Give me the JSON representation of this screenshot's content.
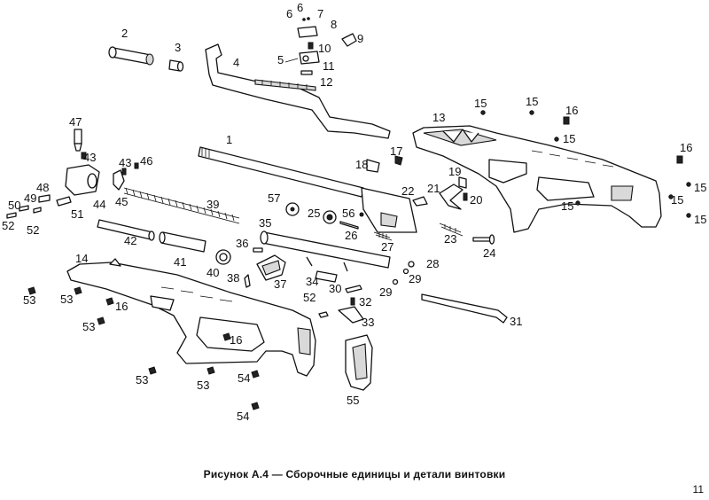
{
  "caption": "Рисунок А.4 — Сборочные единицы и детали винтовки",
  "page_number": "11",
  "part_labels": [
    {
      "id": "p1",
      "text": "1"
    },
    {
      "id": "p2",
      "text": "2"
    },
    {
      "id": "p3",
      "text": "3"
    },
    {
      "id": "p4",
      "text": "4"
    },
    {
      "id": "p5",
      "text": "5"
    },
    {
      "id": "p6a",
      "text": "6"
    },
    {
      "id": "p6b",
      "text": "6"
    },
    {
      "id": "p7",
      "text": "7"
    },
    {
      "id": "p8",
      "text": "8"
    },
    {
      "id": "p9",
      "text": "9"
    },
    {
      "id": "p10",
      "text": "10"
    },
    {
      "id": "p11",
      "text": "11"
    },
    {
      "id": "p12",
      "text": "12"
    },
    {
      "id": "p13",
      "text": "13"
    },
    {
      "id": "p14",
      "text": "14"
    },
    {
      "id": "p15a",
      "text": "15"
    },
    {
      "id": "p15b",
      "text": "15"
    },
    {
      "id": "p15c",
      "text": "15"
    },
    {
      "id": "p15d",
      "text": "15"
    },
    {
      "id": "p15e",
      "text": "15"
    },
    {
      "id": "p15f",
      "text": "15"
    },
    {
      "id": "p15g",
      "text": "15"
    },
    {
      "id": "p16a",
      "text": "16"
    },
    {
      "id": "p16b",
      "text": "16"
    },
    {
      "id": "p16c",
      "text": "16"
    },
    {
      "id": "p16d",
      "text": "16"
    },
    {
      "id": "p17",
      "text": "17"
    },
    {
      "id": "p18",
      "text": "18"
    },
    {
      "id": "p19",
      "text": "19"
    },
    {
      "id": "p20",
      "text": "20"
    },
    {
      "id": "p21",
      "text": "21"
    },
    {
      "id": "p22",
      "text": "22"
    },
    {
      "id": "p23",
      "text": "23"
    },
    {
      "id": "p24",
      "text": "24"
    },
    {
      "id": "p25",
      "text": "25"
    },
    {
      "id": "p26",
      "text": "26"
    },
    {
      "id": "p27",
      "text": "27"
    },
    {
      "id": "p28",
      "text": "28"
    },
    {
      "id": "p29a",
      "text": "29"
    },
    {
      "id": "p29b",
      "text": "29"
    },
    {
      "id": "p30",
      "text": "30"
    },
    {
      "id": "p31",
      "text": "31"
    },
    {
      "id": "p32",
      "text": "32"
    },
    {
      "id": "p33",
      "text": "33"
    },
    {
      "id": "p34",
      "text": "34"
    },
    {
      "id": "p35",
      "text": "35"
    },
    {
      "id": "p36",
      "text": "36"
    },
    {
      "id": "p37",
      "text": "37"
    },
    {
      "id": "p38",
      "text": "38"
    },
    {
      "id": "p39",
      "text": "39"
    },
    {
      "id": "p40",
      "text": "40"
    },
    {
      "id": "p41",
      "text": "41"
    },
    {
      "id": "p42",
      "text": "42"
    },
    {
      "id": "p43a",
      "text": "43"
    },
    {
      "id": "p43b",
      "text": "43"
    },
    {
      "id": "p44",
      "text": "44"
    },
    {
      "id": "p45",
      "text": "45"
    },
    {
      "id": "p46",
      "text": "46"
    },
    {
      "id": "p47",
      "text": "47"
    },
    {
      "id": "p48",
      "text": "48"
    },
    {
      "id": "p49",
      "text": "49"
    },
    {
      "id": "p50",
      "text": "50"
    },
    {
      "id": "p51",
      "text": "51"
    },
    {
      "id": "p52a",
      "text": "52"
    },
    {
      "id": "p52b",
      "text": "52"
    },
    {
      "id": "p52c",
      "text": "52"
    },
    {
      "id": "p53a",
      "text": "53"
    },
    {
      "id": "p53b",
      "text": "53"
    },
    {
      "id": "p53c",
      "text": "53"
    },
    {
      "id": "p53d",
      "text": "53"
    },
    {
      "id": "p53e",
      "text": "53"
    },
    {
      "id": "p54a",
      "text": "54"
    },
    {
      "id": "p54b",
      "text": "54"
    },
    {
      "id": "p55",
      "text": "55"
    },
    {
      "id": "p56",
      "text": "56"
    },
    {
      "id": "p57",
      "text": "57"
    }
  ]
}
